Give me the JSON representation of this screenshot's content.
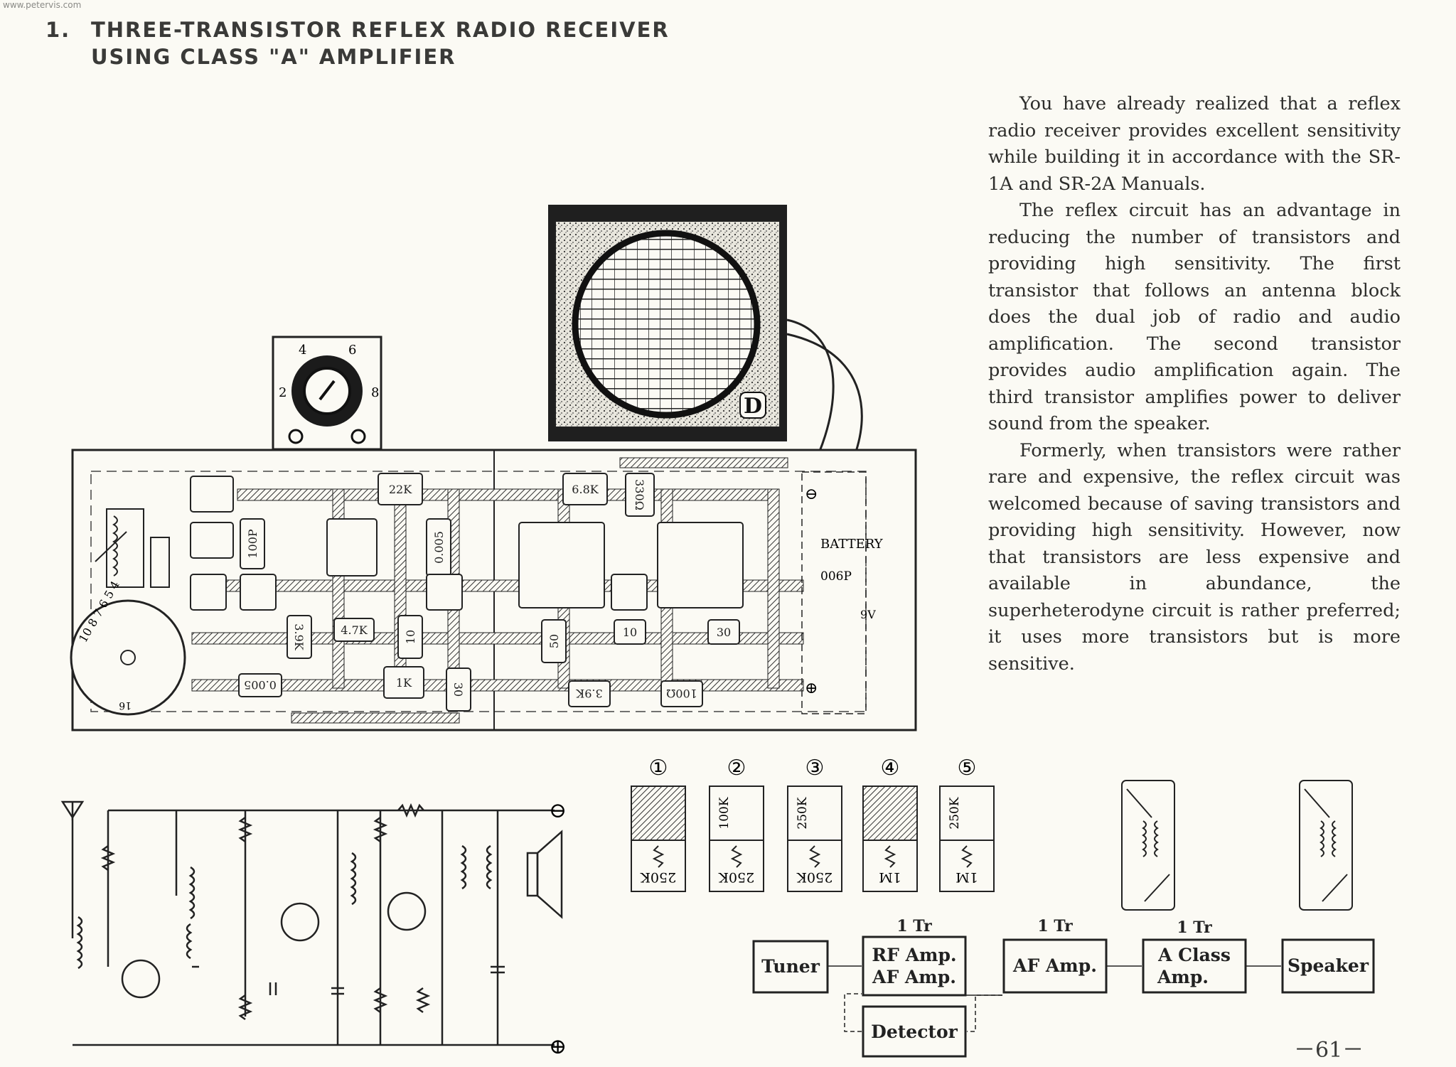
{
  "site": "www.petervis.com",
  "title": {
    "number": "1.",
    "line1": "THREE-TRANSISTOR REFLEX RADIO RECEIVER",
    "line2": "USING CLASS \"A\" AMPLIFIER"
  },
  "paragraphs": [
    "You have already realized that a reflex radio receiver provides excellent sensitivity while building it in accordance with the SR-1A and SR-2A Manuals.",
    "The reflex circuit has an advantage in reducing the number of transistors and providing high sensitivity. The first transistor that follows an antenna block does the dual job of radio and audio amplification. The second transistor provides audio amplification again. The third transistor amplifies power to deliver sound from the speaker.",
    "Formerly, when transistors were rather rare and expensive, the reflex circuit was welcomed because of saving transistors and providing high sensitivity. However, now that transistors are less expensive and available in abundance, the superheterodyne circuit is rather preferred; it uses more transistors but is more sensitive."
  ],
  "board": {
    "battery_label": "BATTERY",
    "battery_type": "006P",
    "battery_voltage": "9V",
    "minus": "⊖",
    "plus": "⊕",
    "volume_marks": [
      "2",
      "4",
      "6",
      "8"
    ],
    "dial_marks": "10 8 7 6 5 4",
    "dial_bottom": "16",
    "components": {
      "r22k": "22K",
      "r68k": "6.8K",
      "r330": "330Ω",
      "c100p": "100P",
      "c0005a": "0.005",
      "r39k_a": "3.9K",
      "r47k": "4.7K",
      "c10a": "10",
      "r1k": "1K",
      "c30a": "30",
      "c0005b": "0.005",
      "c50": "50",
      "c10b": "10",
      "c30b": "30",
      "r39k_b": "3.9K",
      "r100": "100Ω"
    }
  },
  "variants": [
    {
      "num": "①",
      "label": "250K"
    },
    {
      "num": "②",
      "top": "100K",
      "label": "250K"
    },
    {
      "num": "③",
      "top": "250K",
      "label": "250K"
    },
    {
      "num": "④",
      "label": "1M"
    },
    {
      "num": "⑤",
      "top": "250K",
      "label": "1M"
    }
  ],
  "schematic": {
    "minus": "⊖",
    "plus": "⊕"
  },
  "block_diagram": {
    "tuner": "Tuner",
    "rf_line1": "RF Amp.",
    "rf_line2": "AF Amp.",
    "af": "AF Amp.",
    "a_line1": "A Class",
    "a_line2": "Amp.",
    "speaker": "Speaker",
    "detector": "Detector",
    "tr1": "1 Tr",
    "tr2": "1 Tr",
    "tr3": "1 Tr"
  },
  "page_number": "－61－"
}
